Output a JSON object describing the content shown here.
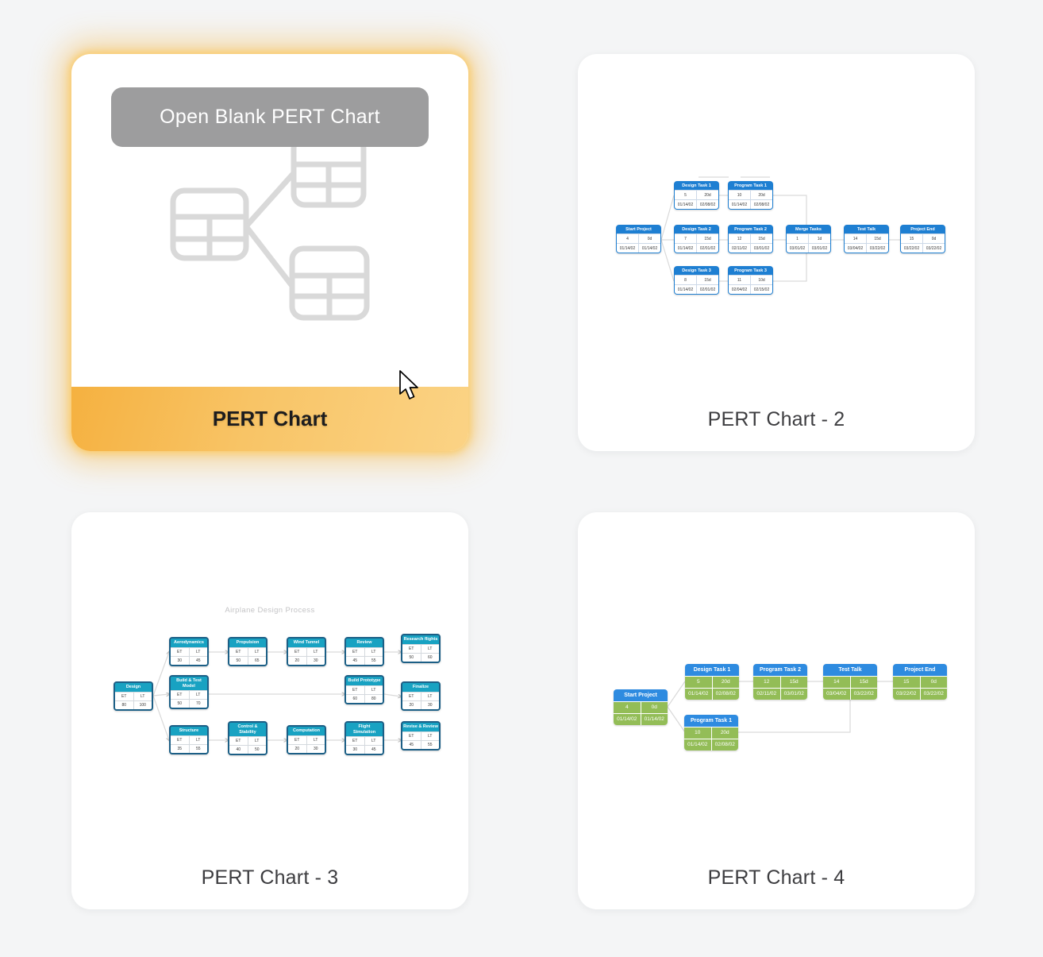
{
  "cards": {
    "blank": {
      "title": "PERT Chart",
      "button_label": "Open Blank PERT Chart"
    },
    "chart2": {
      "title": "PERT Chart - 2",
      "diagram": {
        "nodes": [
          {
            "label": "Start Project",
            "rows": [
              [
                "4",
                "0d"
              ],
              [
                "01/14/02",
                "01/14/02"
              ]
            ]
          },
          {
            "label": "Design Task 1",
            "rows": [
              [
                "5",
                "20d"
              ],
              [
                "01/14/02",
                "02/08/02"
              ]
            ]
          },
          {
            "label": "Program Task 1",
            "rows": [
              [
                "10",
                "20d"
              ],
              [
                "01/14/02",
                "02/08/02"
              ]
            ]
          },
          {
            "label": "Design Task 2",
            "rows": [
              [
                "7",
                "15d"
              ],
              [
                "01/14/02",
                "02/01/02"
              ]
            ]
          },
          {
            "label": "Program Task 2",
            "rows": [
              [
                "12",
                "15d"
              ],
              [
                "02/11/02",
                "03/01/02"
              ]
            ]
          },
          {
            "label": "Merge Tasks",
            "rows": [
              [
                "1",
                "1d"
              ],
              [
                "03/01/02",
                "03/01/02"
              ]
            ]
          },
          {
            "label": "Test Talk",
            "rows": [
              [
                "14",
                "15d"
              ],
              [
                "03/04/02",
                "03/22/02"
              ]
            ]
          },
          {
            "label": "Project End",
            "rows": [
              [
                "15",
                "0d"
              ],
              [
                "03/22/02",
                "03/22/02"
              ]
            ]
          },
          {
            "label": "Design Task 3",
            "rows": [
              [
                "8",
                "15d"
              ],
              [
                "01/14/02",
                "02/01/02"
              ]
            ]
          },
          {
            "label": "Program Task 3",
            "rows": [
              [
                "11",
                "10d"
              ],
              [
                "02/04/02",
                "02/15/02"
              ]
            ]
          }
        ]
      }
    },
    "chart3": {
      "title": "PERT Chart - 3",
      "diagram": {
        "title": "Airplane Design Process",
        "nodes": [
          {
            "label": "Design",
            "rows": [
              [
                "ET",
                "LT"
              ],
              [
                "80",
                "100"
              ]
            ]
          },
          {
            "label": "Aerodynamics",
            "rows": [
              [
                "ET",
                "LT"
              ],
              [
                "30",
                "45"
              ]
            ]
          },
          {
            "label": "Propulsion",
            "rows": [
              [
                "ET",
                "LT"
              ],
              [
                "50",
                "65"
              ]
            ]
          },
          {
            "label": "Wind Tunnel",
            "rows": [
              [
                "ET",
                "LT"
              ],
              [
                "20",
                "30"
              ]
            ]
          },
          {
            "label": "Review",
            "rows": [
              [
                "ET",
                "LT"
              ],
              [
                "45",
                "55"
              ]
            ]
          },
          {
            "label": "Research flights",
            "rows": [
              [
                "ET",
                "LT"
              ],
              [
                "50",
                "60"
              ]
            ]
          },
          {
            "label": "Build & Test Model",
            "rows": [
              [
                "ET",
                "LT"
              ],
              [
                "50",
                "70"
              ]
            ]
          },
          {
            "label": "Build Prototype",
            "rows": [
              [
                "ET",
                "LT"
              ],
              [
                "60",
                "80"
              ]
            ]
          },
          {
            "label": "Finalize",
            "rows": [
              [
                "ET",
                "LT"
              ],
              [
                "20",
                "30"
              ]
            ]
          },
          {
            "label": "Structure",
            "rows": [
              [
                "ET",
                "LT"
              ],
              [
                "35",
                "55"
              ]
            ]
          },
          {
            "label": "Control & Stability",
            "rows": [
              [
                "ET",
                "LT"
              ],
              [
                "40",
                "50"
              ]
            ]
          },
          {
            "label": "Computation",
            "rows": [
              [
                "ET",
                "LT"
              ],
              [
                "20",
                "30"
              ]
            ]
          },
          {
            "label": "Flight Simulation",
            "rows": [
              [
                "ET",
                "LT"
              ],
              [
                "30",
                "45"
              ]
            ]
          },
          {
            "label": "Revise & Review",
            "rows": [
              [
                "ET",
                "LT"
              ],
              [
                "45",
                "55"
              ]
            ]
          }
        ]
      }
    },
    "chart4": {
      "title": "PERT Chart - 4",
      "diagram": {
        "nodes": [
          {
            "label": "Start Project",
            "rows": [
              [
                "4",
                "0d"
              ],
              [
                "01/14/02",
                "01/14/02"
              ]
            ]
          },
          {
            "label": "Design Task 1",
            "rows": [
              [
                "5",
                "20d"
              ],
              [
                "01/14/02",
                "02/08/02"
              ]
            ]
          },
          {
            "label": "Program Task 2",
            "rows": [
              [
                "12",
                "15d"
              ],
              [
                "02/11/02",
                "03/01/02"
              ]
            ]
          },
          {
            "label": "Test Talk",
            "rows": [
              [
                "14",
                "15d"
              ],
              [
                "03/04/02",
                "03/22/02"
              ]
            ]
          },
          {
            "label": "Project End",
            "rows": [
              [
                "15",
                "0d"
              ],
              [
                "03/22/02",
                "03/22/02"
              ]
            ]
          },
          {
            "label": "Program Task 1",
            "rows": [
              [
                "10",
                "20d"
              ],
              [
                "01/14/02",
                "02/08/02"
              ]
            ]
          }
        ]
      }
    }
  },
  "colors": {
    "highlight_glow": "#f6b43c",
    "footer_gradient_start": "#f5b140",
    "footer_gradient_end": "#fbd385",
    "node_blue": "#1e7fd2",
    "node_teal": "#18a2c2",
    "node_teal_border": "#1c5f86",
    "node_green": "#93bd57",
    "node_green_header": "#2e8be0",
    "edge_gray": "#d9d9d9"
  }
}
